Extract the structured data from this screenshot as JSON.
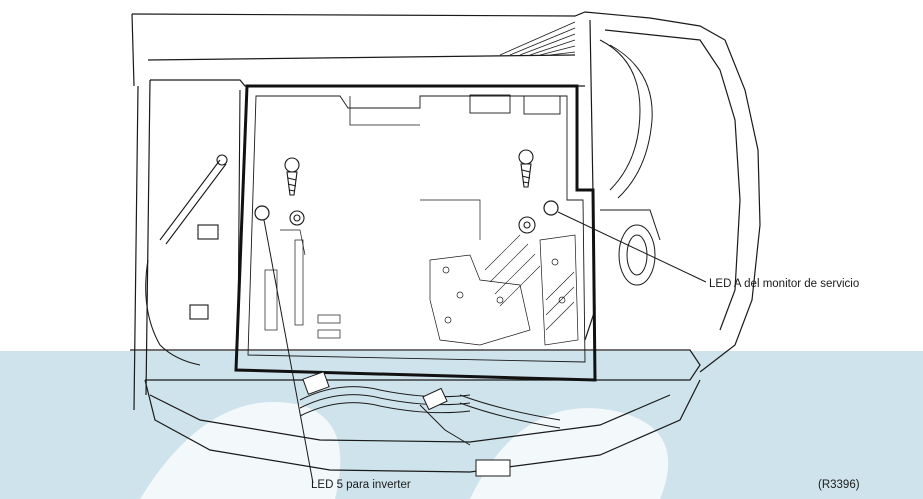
{
  "labels": {
    "led_a": "LED A del monitor de servicio",
    "led_5": "LED 5 para inverter",
    "figure_ref": "(R3396)"
  },
  "colors": {
    "line": "#1a1a1a",
    "board_outline": "#111111",
    "watermark": "#c6dce7"
  },
  "icons": [
    "screw-icon",
    "led-indicator-icon",
    "connector-icon"
  ]
}
